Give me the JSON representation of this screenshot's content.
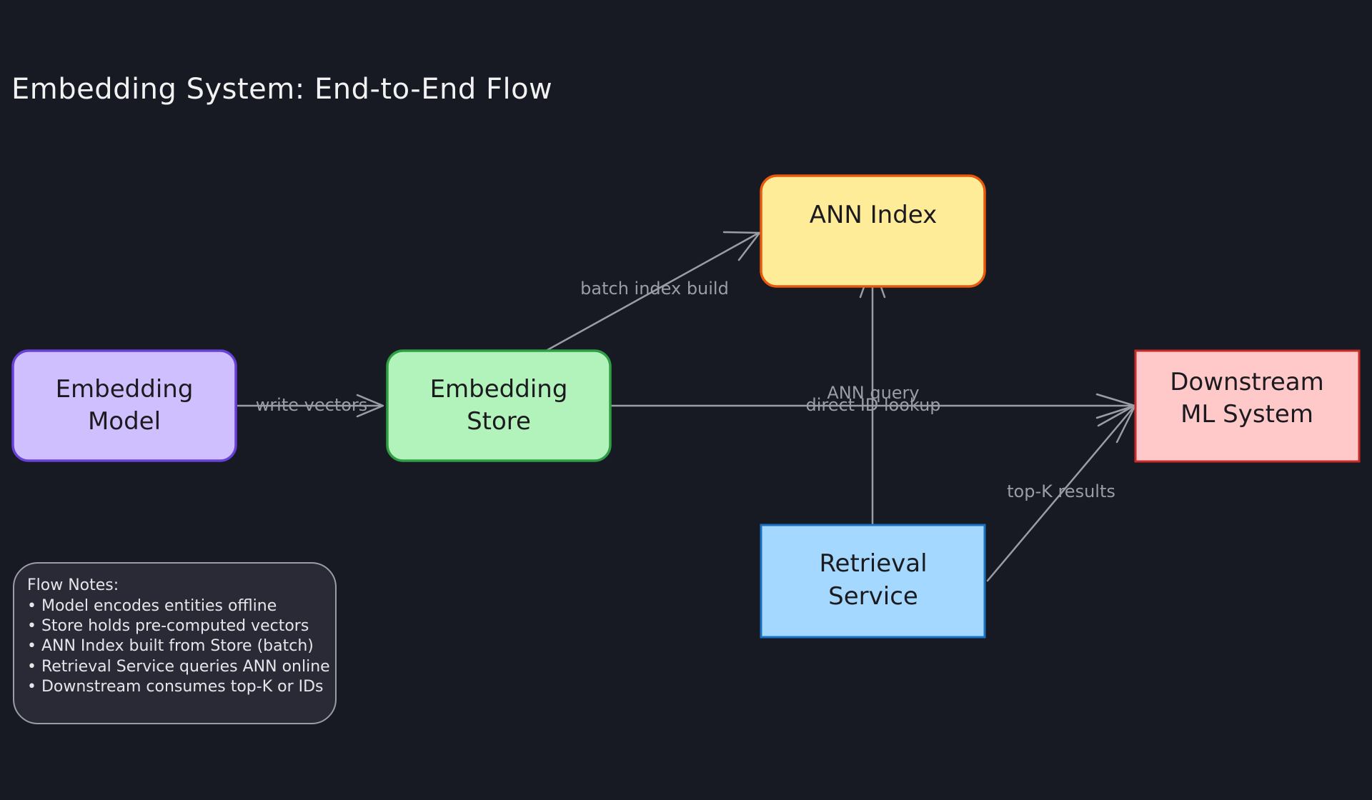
{
  "title": "Embedding System: End-to-End Flow",
  "nodes": {
    "embedding_model": {
      "line1": "Embedding",
      "line2": "Model",
      "fill": "#d0bfff",
      "stroke": "#6741d9"
    },
    "embedding_store": {
      "line1": "Embedding",
      "line2": "Store",
      "fill": "#b2f2bb",
      "stroke": "#2f9e44"
    },
    "ann_index": {
      "line1": "ANN Index",
      "fill": "#ffec99",
      "stroke": "#e8590c"
    },
    "downstream": {
      "line1": "Downstream",
      "line2": "ML System",
      "fill": "#ffc9c9",
      "stroke": "#c92a2a"
    },
    "retrieval": {
      "line1": "Retrieval",
      "line2": "Service",
      "fill": "#a5d8ff",
      "stroke": "#1971c2"
    }
  },
  "edges": {
    "write_vectors": "write vectors",
    "batch_index_build": "batch index build",
    "ann_query": "ANN query",
    "direct_id_lookup": "direct ID lookup",
    "top_k_results": "top-K results"
  },
  "notes": {
    "heading": "Flow Notes:",
    "items": [
      "• Model encodes entities offline",
      "• Store holds pre-computed vectors",
      "• ANN Index built from Store (batch)",
      "• Retrieval Service queries ANN online",
      "• Downstream consumes top-K or IDs"
    ],
    "fill": "#2a2a36",
    "stroke": "#9a9ca6"
  },
  "colors": {
    "background": "#171923",
    "edge": "#9a9ca6",
    "title": "#f2f2f2"
  }
}
